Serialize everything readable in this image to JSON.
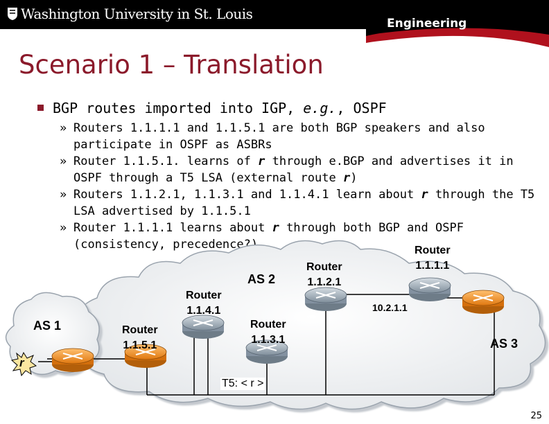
{
  "header": {
    "university": "Washington University in St. Louis",
    "school": "Engineering"
  },
  "slide": {
    "title": "Scenario 1 – Translation",
    "bullet": "BGP routes imported into IGP, e.g., OSPF",
    "subbullets": [
      {
        "marker": "»",
        "parts": [
          "Routers 1.1.1.1 and 1.1.5.1 are both BGP speakers and also participate in OSPF as ASBRs"
        ]
      },
      {
        "marker": "»",
        "parts": [
          "Router 1.1.5.1. learns of ",
          "r",
          " through e.BGP and advertises it in OSPF through a T5 LSA (external route ",
          "r",
          ")"
        ]
      },
      {
        "marker": "»",
        "parts": [
          "Routers 1.1.2.1, 1.1.3.1 and 1.1.4.1 learn about ",
          "r",
          " through the T5 LSA advertised by 1.1.5.1"
        ]
      },
      {
        "marker": "»",
        "parts": [
          "Router 1.1.1.1 learns about ",
          "r",
          " through both BGP and OSPF (consistency, precedence?)"
        ]
      }
    ],
    "page_number": "25"
  },
  "diagram": {
    "as1": "AS 1",
    "as2": "AS 2",
    "as3": "AS 3",
    "r": "r",
    "t5": "T5: < r >",
    "link_label": "10.2.1.1",
    "routers": {
      "r1111": {
        "line1": "Router",
        "line2": "1.1.1.1"
      },
      "r1121": {
        "line1": "Router",
        "line2": "1.1.2.1"
      },
      "r1141": {
        "line1": "Router",
        "line2": "1.1.4.1"
      },
      "r1131": {
        "line1": "Router",
        "line2": "1.1.3.1"
      },
      "r1151": {
        "line1": "Router",
        "line2": "1.1.5.1"
      }
    },
    "colors": {
      "orange": "#f39a2a",
      "gray": "#9aa8b5",
      "cloud": "#eef0f2",
      "accent": "#8b1a2b"
    }
  }
}
